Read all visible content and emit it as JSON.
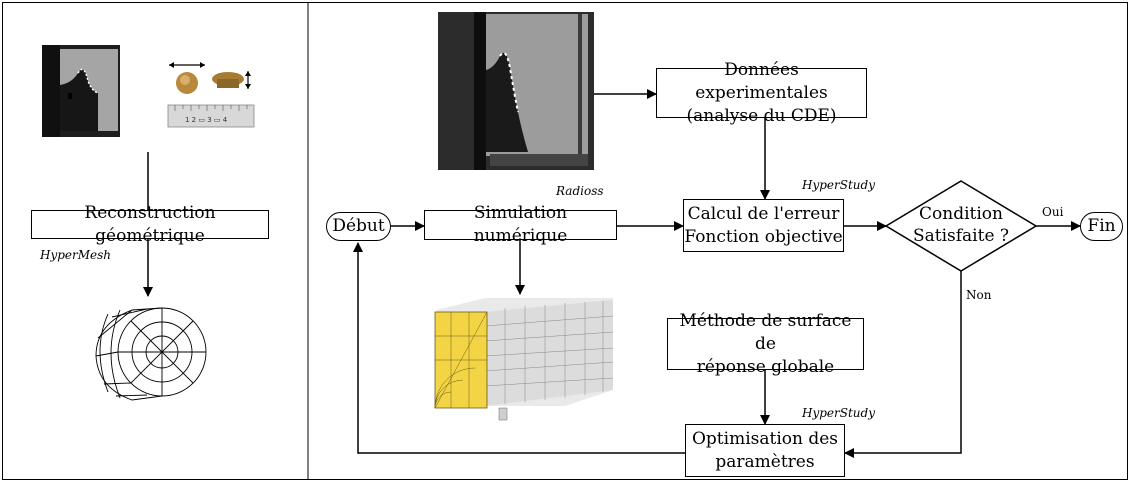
{
  "nodes": {
    "reconstruction": "Reconstruction géométrique",
    "debut": "Début",
    "simulation": "Simulation numérique",
    "donnees_line1": "Données experimentales",
    "donnees_line2": "(analyse du CDE)",
    "calcul_line1": "Calcul de l'erreur",
    "calcul_line2": "Fonction objective",
    "condition_line1": "Condition",
    "condition_line2": "Satisfaite ?",
    "fin": "Fin",
    "methode_line1": "Méthode de surface de",
    "methode_line2": "réponse globale",
    "optimisation_line1": "Optimisation des",
    "optimisation_line2": "paramètres"
  },
  "tools": {
    "hypermesh": "HyperMesh",
    "radioss": "Radioss",
    "hyperstudy_top": "HyperStudy",
    "hyperstudy_bottom": "HyperStudy"
  },
  "edge_labels": {
    "oui": "Oui",
    "non": "Non"
  },
  "ruler_marks": "1  2 ▭ 3 ▭ 4",
  "colors": {
    "mesh_face": "#f2d445",
    "photo_dark": "#2b2b2b",
    "photo_light": "#9a9a9a"
  }
}
